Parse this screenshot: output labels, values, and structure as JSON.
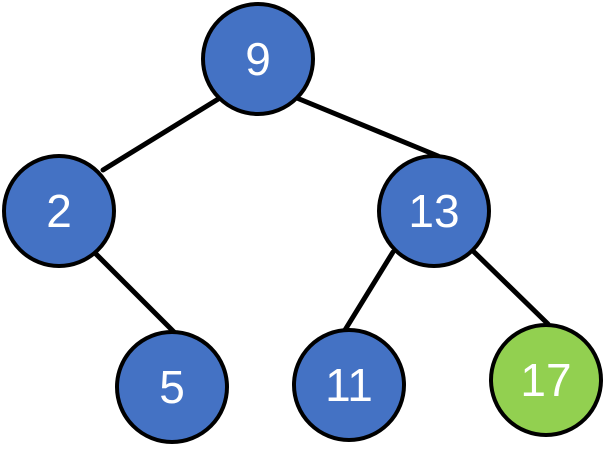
{
  "colors": {
    "node_default": "#4472c4",
    "node_highlight": "#92d050",
    "outline": "#000000",
    "label": "#ffffff"
  },
  "tree": {
    "nodes": [
      {
        "id": "n9",
        "label": "9",
        "highlight": false
      },
      {
        "id": "n2",
        "label": "2",
        "highlight": false
      },
      {
        "id": "n13",
        "label": "13",
        "highlight": false
      },
      {
        "id": "n5",
        "label": "5",
        "highlight": false
      },
      {
        "id": "n11",
        "label": "11",
        "highlight": false
      },
      {
        "id": "n17",
        "label": "17",
        "highlight": true
      }
    ],
    "edges": [
      {
        "from": "n9",
        "to": "n2"
      },
      {
        "from": "n9",
        "to": "n13"
      },
      {
        "from": "n2",
        "to": "n5"
      },
      {
        "from": "n13",
        "to": "n11"
      },
      {
        "from": "n13",
        "to": "n17"
      }
    ]
  }
}
